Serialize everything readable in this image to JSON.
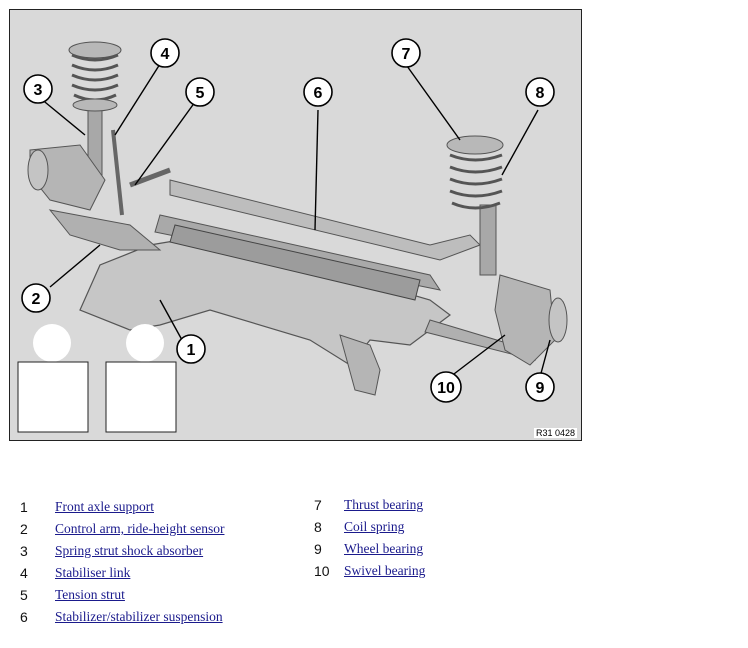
{
  "figure": {
    "code": "R31 0428",
    "callouts": [
      "1",
      "2",
      "3",
      "4",
      "5",
      "6",
      "7",
      "8",
      "9",
      "10"
    ]
  },
  "legend": [
    {
      "num": "1",
      "text": "Front axle support"
    },
    {
      "num": "2",
      "text": "Control arm, ride-height sensor"
    },
    {
      "num": "3",
      "text": "Spring strut shock absorber"
    },
    {
      "num": "4",
      "text": "Stabiliser link"
    },
    {
      "num": "5",
      "text": "Tension strut"
    },
    {
      "num": "6",
      "text": "Stabilizer/stabilizer suspension"
    },
    {
      "num": "7",
      "text": "Thrust bearing"
    },
    {
      "num": "8",
      "text": "Coil spring"
    },
    {
      "num": "9",
      "text": "Wheel bearing"
    },
    {
      "num": "10",
      "text": "Swivel bearing"
    }
  ]
}
